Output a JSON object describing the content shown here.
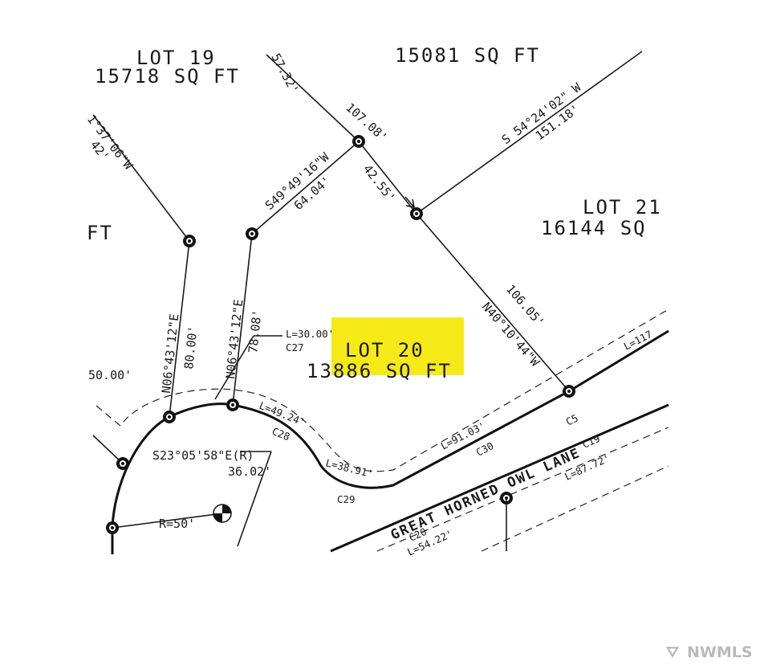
{
  "lots": {
    "lot19_name": "LOT 19",
    "lot19_area": "15718 SQ FT",
    "top_area": "15081 SQ FT",
    "lot21_name": "LOT 21",
    "lot21_area": "16144 SQ",
    "lot20_name": "LOT 20",
    "lot20_area": "13886 SQ FT",
    "left_partial": "FT",
    "highlight_color": "#f5ea17"
  },
  "road": {
    "name": "GREAT HORNED OWL LANE"
  },
  "bearings": {
    "b_top_left_dist": "57.32'",
    "b_left_bearing": "1°37'06\"W",
    "b_left_dist": "42'",
    "b_107": "107.08'",
    "b_s54": "S 54°24'02\" W",
    "b_151": "151.18'",
    "b_s49": "S49°49'16\"W",
    "b_64": "64.04'",
    "b_42_55": "42.55'",
    "b_n40": "N40°10'44\"W",
    "b_106": "106.05'",
    "b_n06_a": "N06°43'12\"E",
    "b_80": "80.00'",
    "b_n06_b": "N06°43'12\"E",
    "b_78": "78.08'",
    "b_left_50": "50.00'",
    "b_s23": "S23°05'58\"E(R)",
    "b_36": "36.02'",
    "b_radius": "R=50'"
  },
  "curves": {
    "l30": "L=30.00'",
    "c27": "C27",
    "l49": "L=49.24'",
    "c28": "C28",
    "l38": "L=38.91'",
    "c29": "C29",
    "l91": "L=91.03'",
    "c30": "C30",
    "c5": "C5",
    "l117": "L=117",
    "c19": "C19",
    "l87": "L=87.72'",
    "c20": "C20",
    "l_bottom": "L=54.22'"
  },
  "watermark": {
    "text": "NWMLS"
  }
}
